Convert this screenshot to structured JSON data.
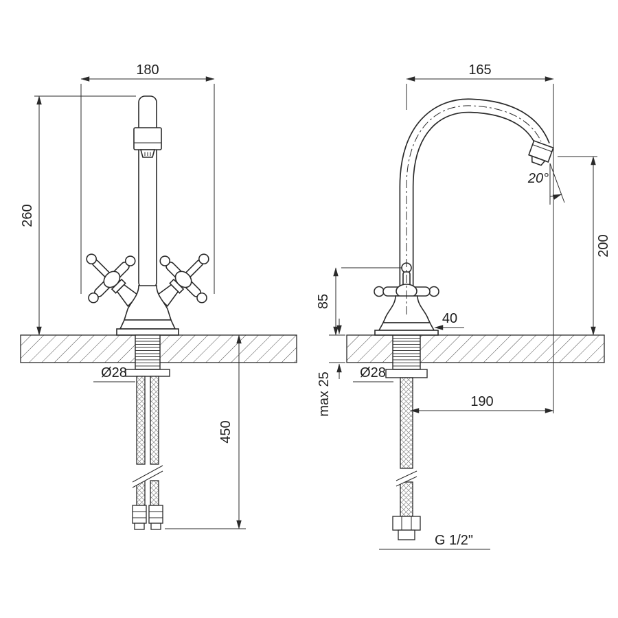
{
  "drawing": {
    "front": {
      "d180": "180",
      "d260": "260",
      "d450": "450",
      "d28": "Ø28"
    },
    "side": {
      "d165": "165",
      "angle": "20°",
      "d200": "200",
      "d85": "85",
      "d40": "40",
      "d28": "Ø28",
      "dmax25": "max 25",
      "d190": "190",
      "thread": "G 1/2\""
    }
  }
}
